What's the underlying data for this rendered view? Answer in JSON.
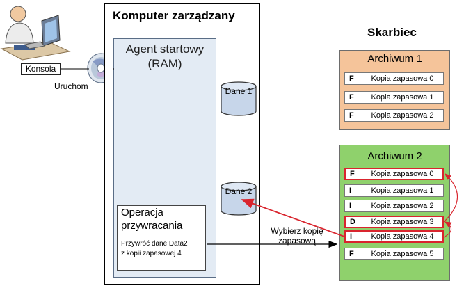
{
  "computer": {
    "title": "Komputer zarządzany"
  },
  "agent": {
    "title_line1": "Agent startowy",
    "title_line2": "(RAM)"
  },
  "disks": [
    {
      "label": "Dane 1"
    },
    {
      "label": "Dane 2"
    }
  ],
  "restore": {
    "title_line1": "Operacja",
    "title_line2": "przywracania",
    "desc_line1": "Przywróć dane Data2",
    "desc_line2": "z kopii zapasowej 4"
  },
  "console": {
    "label": "Konsola",
    "run_label": "Uruchom"
  },
  "choose": {
    "line1": "Wybierz kopię",
    "line2": "zapasową"
  },
  "vault": {
    "title": "Skarbiec",
    "archives": [
      {
        "title": "Archiwum 1",
        "color": "#f5c49a",
        "backups": [
          {
            "type": "F",
            "name": "Kopia zapasowa 0"
          },
          {
            "type": "F",
            "name": "Kopia zapasowa 1"
          },
          {
            "type": "F",
            "name": "Kopia zapasowa 2"
          }
        ]
      },
      {
        "title": "Archiwum 2",
        "color": "#8fd16c",
        "backups": [
          {
            "type": "F",
            "name": "Kopia zapasowa 0",
            "highlighted": true
          },
          {
            "type": "I",
            "name": "Kopia zapasowa 1"
          },
          {
            "type": "I",
            "name": "Kopia zapasowa 2"
          },
          {
            "type": "D",
            "name": "Kopia zapasowa 3",
            "highlighted": true
          },
          {
            "type": "I",
            "name": "Kopia zapasowa 4",
            "highlighted": true
          },
          {
            "type": "F",
            "name": "Kopia zapasowa 5"
          }
        ]
      }
    ]
  },
  "colors": {
    "highlight": "#d9252e",
    "agent_bg": "#e3ebf4"
  }
}
